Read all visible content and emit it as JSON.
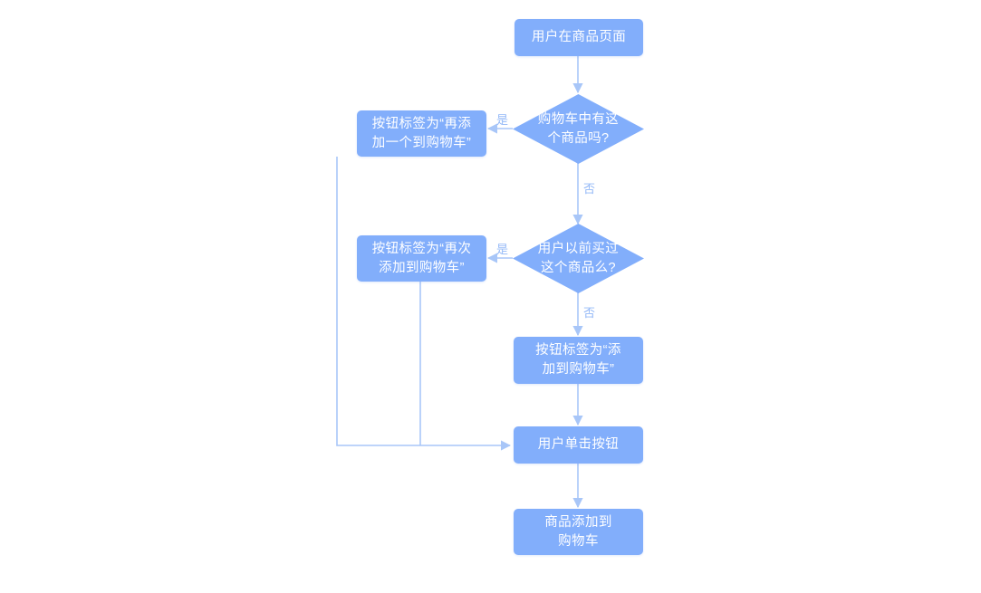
{
  "diagram": {
    "type": "flowchart",
    "orientation": "top-to-bottom",
    "colors": {
      "node_fill": "#82aefb",
      "node_text": "#ffffff",
      "edge_line": "#a8c6f8",
      "edge_label": "#93b8f7",
      "background": "#ffffff"
    },
    "nodes": [
      {
        "id": "start",
        "shape": "process",
        "label": "用户在商品页面"
      },
      {
        "id": "decision_in_cart",
        "shape": "diamond",
        "label": "购物车中有这\n个商品吗?"
      },
      {
        "id": "label_add_one_more",
        "shape": "process",
        "label": "按钮标签为“再添\n加一个到购物车”"
      },
      {
        "id": "decision_bought_before",
        "shape": "diamond",
        "label": "用户以前买过\n这个商品么?"
      },
      {
        "id": "label_add_again",
        "shape": "process",
        "label": "按钮标签为“再次\n添加到购物车”"
      },
      {
        "id": "label_add_to_cart",
        "shape": "process",
        "label": "按钮标签为“添\n加到购物车”"
      },
      {
        "id": "user_clicks_button",
        "shape": "process",
        "label": "用户单击按钮"
      },
      {
        "id": "item_added",
        "shape": "process",
        "label": "商品添加到\n购物车"
      }
    ],
    "edge_labels": {
      "in_cart_yes": "是",
      "in_cart_no": "否",
      "bought_before_yes": "是",
      "bought_before_no": "否"
    },
    "edges": [
      {
        "from": "start",
        "to": "decision_in_cart",
        "label": ""
      },
      {
        "from": "decision_in_cart",
        "to": "label_add_one_more",
        "label": "是"
      },
      {
        "from": "decision_in_cart",
        "to": "decision_bought_before",
        "label": "否"
      },
      {
        "from": "decision_bought_before",
        "to": "label_add_again",
        "label": "是"
      },
      {
        "from": "decision_bought_before",
        "to": "label_add_to_cart",
        "label": "否"
      },
      {
        "from": "label_add_to_cart",
        "to": "user_clicks_button",
        "label": ""
      },
      {
        "from": "label_add_one_more",
        "to": "user_clicks_button",
        "label": ""
      },
      {
        "from": "label_add_again",
        "to": "user_clicks_button",
        "label": ""
      },
      {
        "from": "user_clicks_button",
        "to": "item_added",
        "label": ""
      }
    ]
  }
}
